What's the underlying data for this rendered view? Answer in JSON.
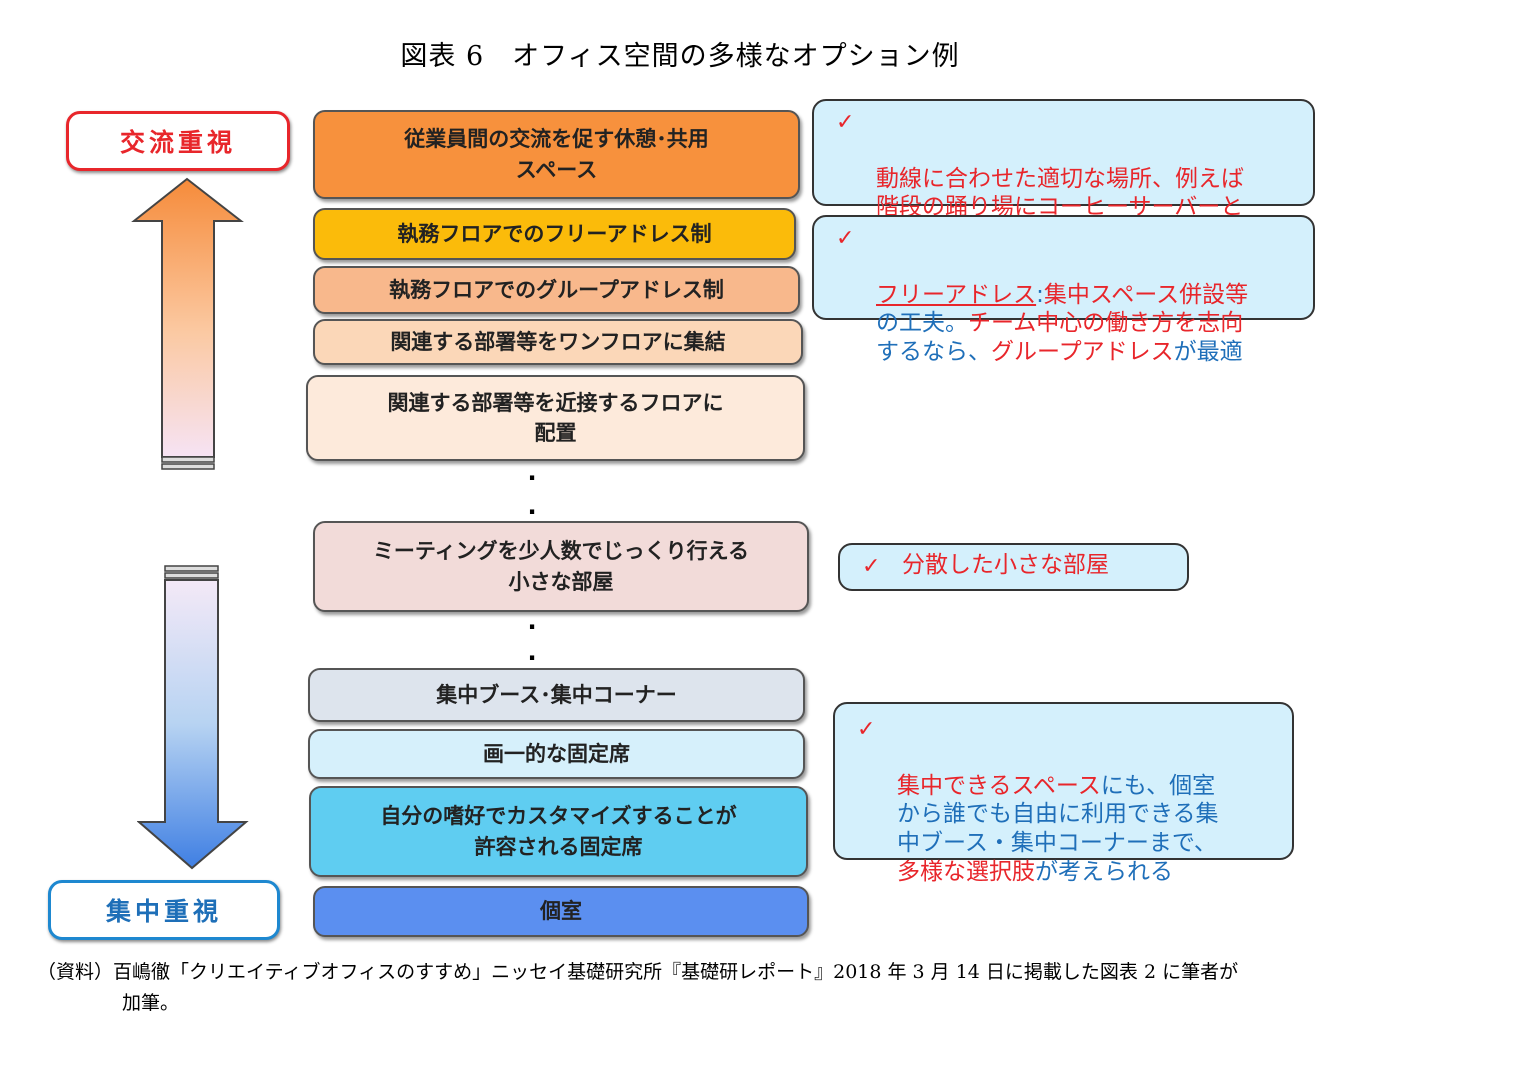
{
  "title": "図表 6　オフィス空間の多様なオプション例",
  "tags": {
    "top": "交流重視",
    "bottom": "集中重視"
  },
  "options": [
    "従業員間の交流を促す休憩･共用\nスペース",
    "執務フロアでのフリーアドレス制",
    "執務フロアでのグループアドレス制",
    "関連する部署等をワンフロアに集結",
    "関連する部署等を近接するフロアに\n配置",
    "ミーティングを少人数でじっくり行える\n小さな部屋",
    "集中ブース･集中コーナー",
    "画一的な固定席",
    "自分の嗜好でカスタマイズすることが\n許容される固定席",
    "個室"
  ],
  "option_colors": [
    "#f7913d",
    "#fbbb0a",
    "#f8b88c",
    "#fbd7b8",
    "#fdeadb",
    "#f2dbd9",
    "#dde4ed",
    "#d6f0fb",
    "#5fcdf1",
    "#5b8ff0"
  ],
  "dots": [
    ".",
    ".",
    ".",
    "."
  ],
  "check_mark": "✓",
  "notes": {
    "n1": {
      "text": "動線に合わせた適切な場所、例えば\n階段の踊り場にコーヒーサーバーと\nベンチを置くことから始めてもOK"
    },
    "n2": {
      "p1": "フリーアドレス",
      "p2": ":",
      "p3": "集中スペース併設等",
      "p4": "\nの工夫。",
      "p5": "チーム中心の働き方を志向",
      "p6": "\nするなら、",
      "p7": "グループアドレス",
      "p8": "が最適"
    },
    "n3": {
      "text": "分散した小さな部屋"
    },
    "n4": {
      "p1": "集中できるスペース",
      "p2": "にも、個室\nから誰でも自由に利用できる集\n中ブース・集中コーナーまで、\n",
      "p3": "多様な選択肢",
      "p4": "が考えられる"
    }
  },
  "caption": {
    "line1": "（資料）百嶋徹「クリエイティブオフィスのすすめ」ニッセイ基礎研究所『基礎研レポート』2018 年 3 月 14 日に掲載した図表 2 に筆者が",
    "line2": "加筆。"
  },
  "colors": {
    "accent_red": "#e8262b",
    "accent_blue": "#1e6fb8",
    "note_bg": "#d4f0fc"
  }
}
